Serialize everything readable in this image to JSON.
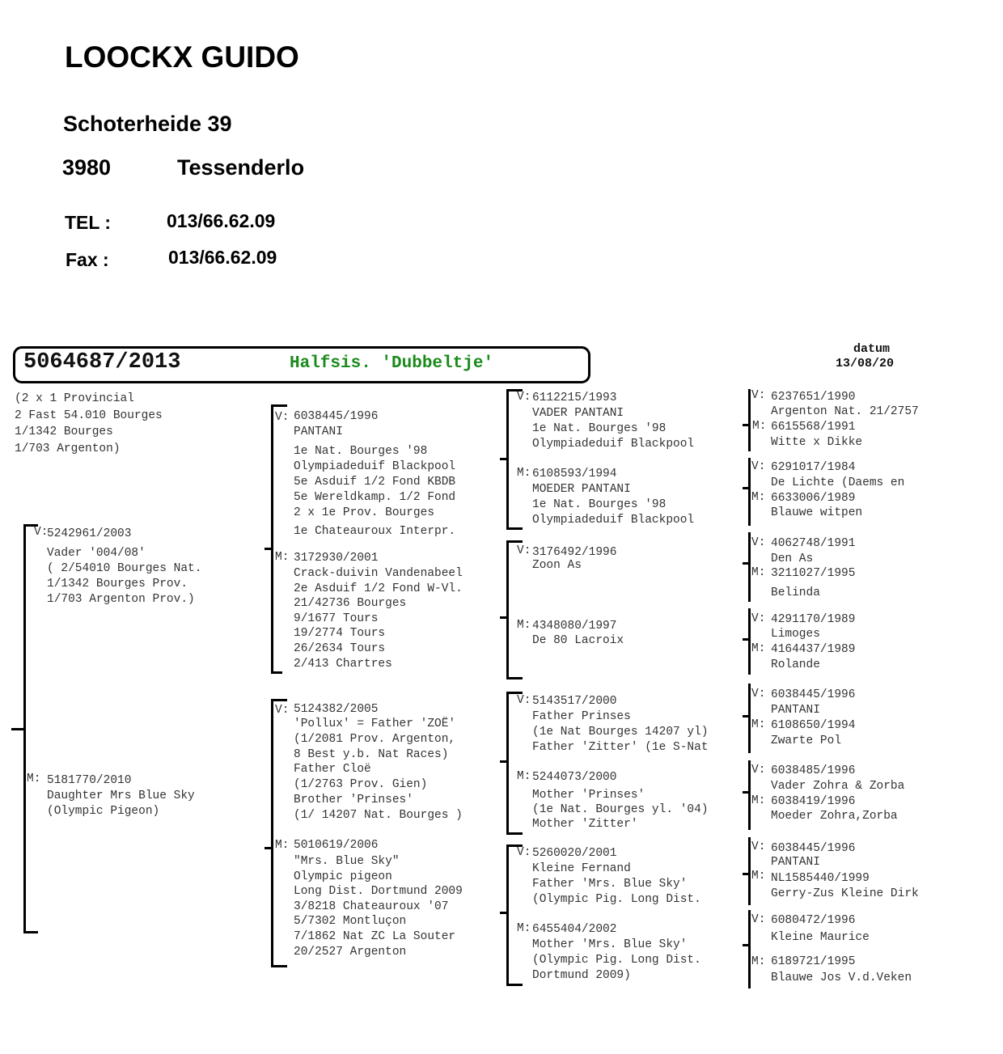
{
  "header": {
    "name": "LOOCKX GUIDO",
    "street": "Schoterheide 39",
    "postcode": "3980",
    "city": "Tessenderlo",
    "tel_label": "TEL :",
    "tel": "013/66.62.09",
    "fax_label": "Fax :",
    "fax": "013/66.62.09"
  },
  "subject": {
    "ring": "5064687/2013",
    "name": "Halfsis. 'Dubbeltje'",
    "name_color": "#1a8a1a",
    "notes": "(2 x 1 Provincial\n2 Fast 54.010 Bourges\n1/1342 Bourges\n1/703 Argenton)"
  },
  "datum": {
    "label": "datum",
    "value": "13/08/20"
  },
  "labels": {
    "v": "V:",
    "m": "M:"
  },
  "gen1": {
    "sire": {
      "ring": "5242961/2003",
      "text": "Vader '004/08'\n( 2/54010 Bourges Nat.\n1/1342 Bourges Prov.\n1/703 Argenton Prov.)"
    },
    "dam": {
      "ring": "5181770/2010",
      "text": "Daughter Mrs Blue Sky\n(Olympic Pigeon)"
    }
  },
  "gen2": {
    "ss": {
      "ring": "6038445/1996",
      "text": "PANTANI"
    },
    "ss_perf": "1e Nat. Bourges '98\nOlympiadeduif Blackpool\n5e Asduif 1/2 Fond KBDB\n5e Wereldkamp. 1/2 Fond\n2 x 1e Prov. Bourges",
    "ss_perf2": "1e Chateauroux Interpr.",
    "sd": {
      "ring": "3172930/2001",
      "text": "Crack-duivin Vandenabeel\n2e Asduif 1/2 Fond W-Vl.\n21/42736 Bourges\n9/1677 Tours\n19/2774 Tours\n26/2634 Tours\n2/413 Chartres"
    },
    "ds": {
      "ring": "5124382/2005",
      "text": "'Pollux' = Father 'ZOË'\n(1/2081 Prov. Argenton,\n8 Best y.b. Nat Races)\nFather Cloë\n(1/2763 Prov. Gien)\nBrother 'Prinses'\n(1/ 14207 Nat. Bourges )"
    },
    "dd": {
      "ring": "5010619/2006",
      "text": "\"Mrs. Blue Sky\"\nOlympic pigeon\nLong Dist. Dortmund 2009\n3/8218 Chateauroux '07\n5/7302 Montluçon\n7/1862 Nat ZC La Souter\n20/2527 Argenton"
    }
  },
  "gen3": [
    {
      "ring": "6112215/1993",
      "text": "VADER PANTANI\n1e Nat. Bourges '98\nOlympiadeduif Blackpool"
    },
    {
      "ring": "6108593/1994",
      "text": "MOEDER PANTANI\n1e Nat. Bourges '98\nOlympiadeduif Blackpool"
    },
    {
      "ring": "3176492/1996",
      "text": "Zoon As"
    },
    {
      "ring": "4348080/1997",
      "text": "De 80 Lacroix"
    },
    {
      "ring": "5143517/2000",
      "text": "Father Prinses\n(1e Nat Bourges 14207 yl)\nFather 'Zitter' (1e S-Nat"
    },
    {
      "ring": "5244073/2000",
      "text": "Mother 'Prinses'\n(1e Nat. Bourges yl. '04)\nMother 'Zitter'"
    },
    {
      "ring": "5260020/2001",
      "text": "Kleine Fernand\nFather 'Mrs. Blue Sky'\n(Olympic Pig. Long Dist."
    },
    {
      "ring": "6455404/2002",
      "text": "Mother 'Mrs. Blue Sky'\n(Olympic Pig. Long Dist.\nDortmund 2009)"
    }
  ],
  "gen4": [
    {
      "ring": "6237651/1990",
      "text": "Argenton Nat. 21/2757"
    },
    {
      "ring": "6615568/1991",
      "text": "Witte x Dikke"
    },
    {
      "ring": "6291017/1984",
      "text": "De Lichte (Daems en"
    },
    {
      "ring": "6633006/1989",
      "text": "Blauwe witpen"
    },
    {
      "ring": "4062748/1991",
      "text": "Den As"
    },
    {
      "ring": "3211027/1995",
      "text": "Belinda"
    },
    {
      "ring": "4291170/1989",
      "text": "Limoges"
    },
    {
      "ring": "4164437/1989",
      "text": "Rolande"
    },
    {
      "ring": "6038445/1996",
      "text": "PANTANI"
    },
    {
      "ring": "6108650/1994",
      "text": "Zwarte Pol"
    },
    {
      "ring": "6038485/1996",
      "text": "Vader Zohra & Zorba"
    },
    {
      "ring": "6038419/1996",
      "text": "Moeder Zohra,Zorba"
    },
    {
      "ring": "6038445/1996",
      "text": "PANTANI"
    },
    {
      "ring": "NL1585440/1999",
      "text": "Gerry-Zus Kleine Dirk"
    },
    {
      "ring": "6080472/1996",
      "text": "Kleine Maurice"
    },
    {
      "ring": "6189721/1995",
      "text": "Blauwe Jos V.d.Veken"
    }
  ]
}
